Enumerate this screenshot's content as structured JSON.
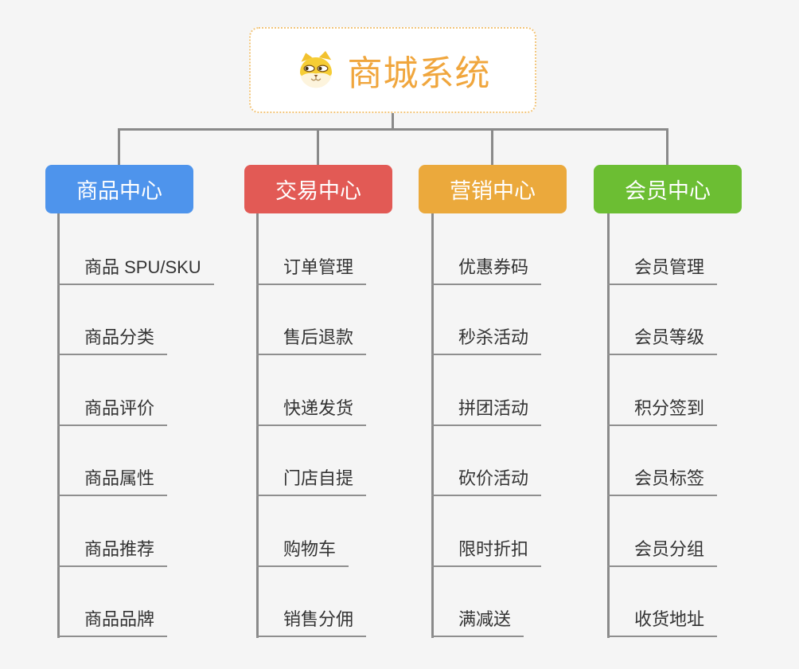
{
  "root": {
    "title": "商城系统",
    "icon": "dog-face-icon",
    "title_color": "#f0a63d",
    "border_color": "#f2c57a",
    "background": "#ffffff"
  },
  "connector_color": "#8a8a8a",
  "underline_color": "#8f8f8f",
  "background_color": "#f5f5f5",
  "leaf_text_color": "#333333",
  "columns": [
    {
      "header": "商品中心",
      "color": "#4e94ec",
      "items": [
        "商品 SPU/SKU",
        "商品分类",
        "商品评价",
        "商品属性",
        "商品推荐",
        "商品品牌"
      ]
    },
    {
      "header": "交易中心",
      "color": "#e25a55",
      "items": [
        "订单管理",
        "售后退款",
        "快递发货",
        "门店自提",
        "购物车",
        "销售分佣"
      ]
    },
    {
      "header": "营销中心",
      "color": "#eba93c",
      "items": [
        "优惠券码",
        "秒杀活动",
        "拼团活动",
        "砍价活动",
        "限时折扣",
        "满减送"
      ]
    },
    {
      "header": "会员中心",
      "color": "#6cbe33",
      "items": [
        "会员管理",
        "会员等级",
        "积分签到",
        "会员标签",
        "会员分组",
        "收货地址"
      ]
    }
  ]
}
